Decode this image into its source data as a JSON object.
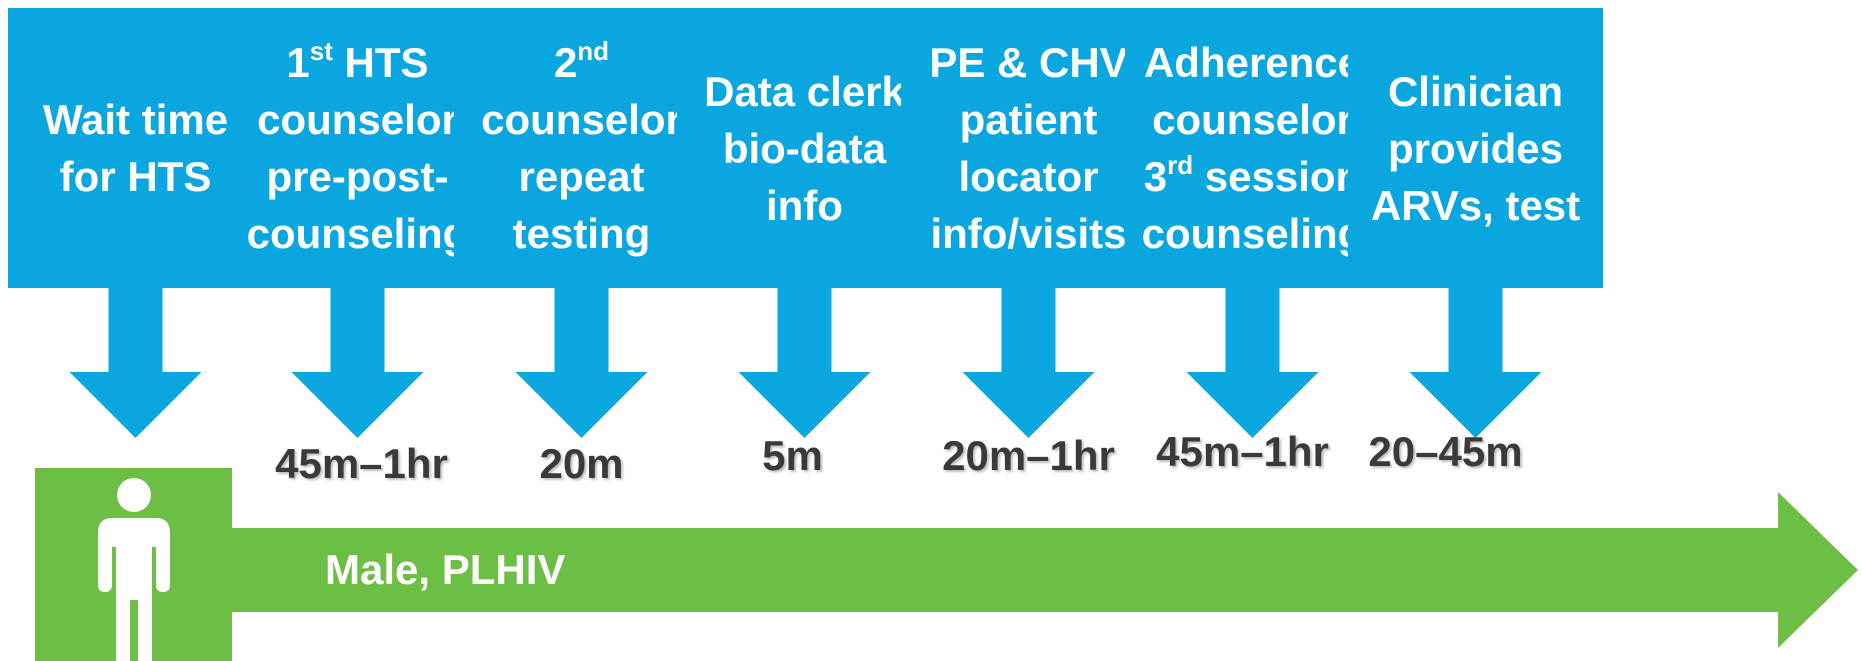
{
  "colors": {
    "box": "#0AA6E0",
    "timeline": "#6CBE45",
    "duration_text": "#3a3a3a",
    "box_text": "#ffffff"
  },
  "steps": [
    {
      "lines": [
        [
          "Wait time"
        ],
        [
          "for HTS"
        ]
      ],
      "duration": ""
    },
    {
      "lines": [
        [
          "1",
          "st",
          " HTS"
        ],
        [
          "counselor"
        ],
        [
          "pre-post-"
        ],
        [
          "counseling"
        ]
      ],
      "duration": "45m–1hr"
    },
    {
      "lines": [
        [
          "2",
          "nd",
          ""
        ],
        [
          "counselor"
        ],
        [
          "repeat"
        ],
        [
          "testing"
        ]
      ],
      "duration": "20m"
    },
    {
      "lines": [
        [
          "Data clerk"
        ],
        [
          "bio-data"
        ],
        [
          "info"
        ]
      ],
      "duration": "5m"
    },
    {
      "lines": [
        [
          "PE & CHV"
        ],
        [
          "patient"
        ],
        [
          "locator"
        ],
        [
          "info/visits"
        ]
      ],
      "duration": "20m–1hr"
    },
    {
      "lines": [
        [
          "Adherence"
        ],
        [
          "counselor"
        ],
        [
          "3",
          "rd",
          " session"
        ],
        [
          "counseling"
        ]
      ],
      "duration": "45m–1hr"
    },
    {
      "lines": [
        [
          "Clinician"
        ],
        [
          "provides"
        ],
        [
          "ARVs, test"
        ]
      ],
      "duration": "20–45m"
    }
  ],
  "timeline": {
    "label": "Male, PLHIV",
    "icon": "person-icon"
  }
}
